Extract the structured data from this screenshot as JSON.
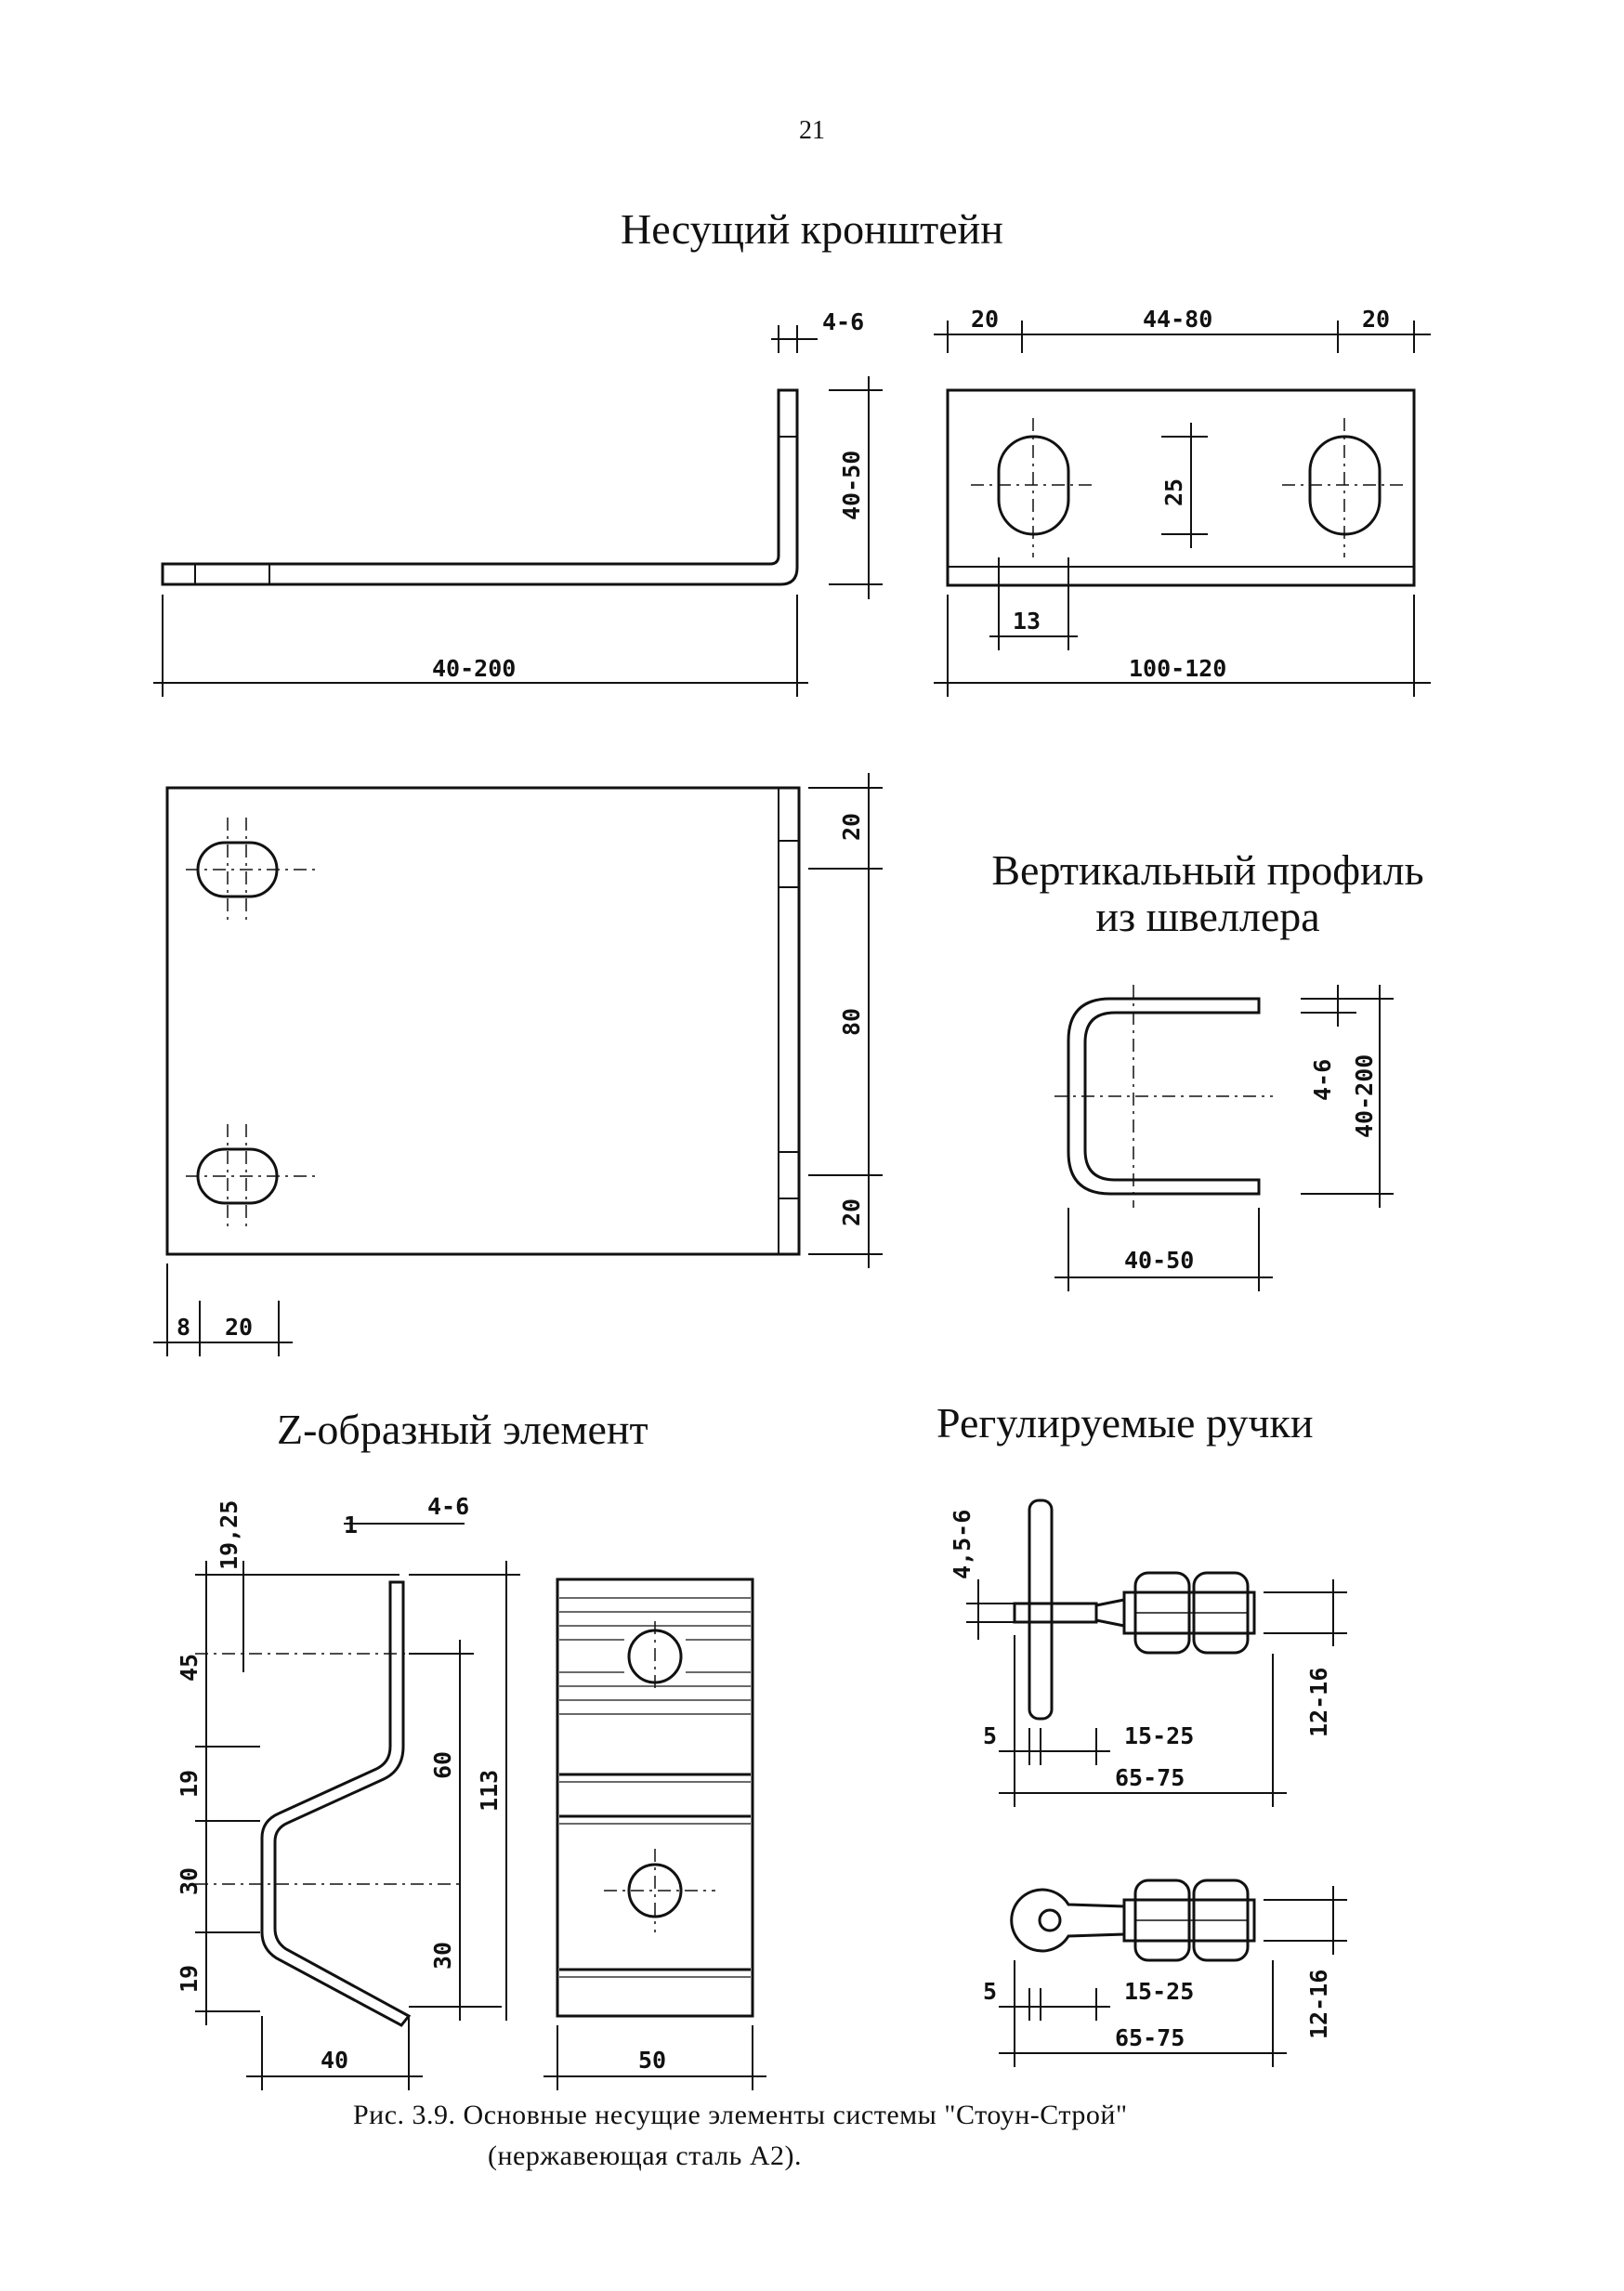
{
  "page_number": "21",
  "sections": {
    "bracket": {
      "title": "Несущий кронштейн"
    },
    "channel": {
      "title_line1": "Вертикальный профиль",
      "title_line2": "из швеллера"
    },
    "z_element": {
      "title": "Z-образный элемент"
    },
    "handles": {
      "title": "Регулируемые ручки"
    }
  },
  "dimensions": {
    "bracket_thickness": "4-6",
    "bracket_height": "40-50",
    "bracket_length": "40-200",
    "plate_edge_left": "20",
    "plate_middle": "44-80",
    "plate_edge_right": "20",
    "slot_length": "25",
    "slot_width": "13",
    "plate_width": "100-120",
    "side_top": "20",
    "side_middle": "80",
    "side_bottom": "20",
    "bottom_small": "8",
    "bottom_edge": "20",
    "channel_flange": "4-6",
    "channel_height": "40-200",
    "channel_width": "40-50",
    "z_thickness": "4-6",
    "z_gap": "1",
    "z_top": "19,25",
    "z_45": "45",
    "z_19a": "19",
    "z_30a": "30",
    "z_19b": "19",
    "z_60": "60",
    "z_30b": "30",
    "z_113": "113",
    "z_40": "40",
    "z_50": "50",
    "handle_rod": "4,5-6",
    "handle1_thread": "12-16",
    "handle1_5": "5",
    "handle1_nut": "15-25",
    "handle1_total": "65-75",
    "handle2_thread": "12-16",
    "handle2_5": "5",
    "handle2_nut": "15-25",
    "handle2_total": "65-75"
  },
  "caption": {
    "line1": "Рис. 3.9. Основные несущие элементы системы \"Стоун-Строй\"",
    "line2": "(нержавеющая сталь А2)."
  }
}
